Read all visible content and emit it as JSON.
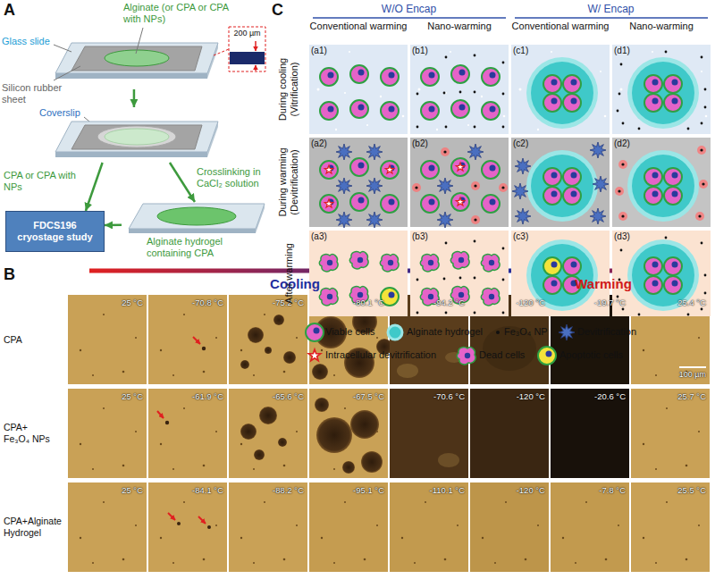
{
  "diagram": {
    "nodes": [
      {
        "text": [
          "Alginate (or CPA or CPA with NPs)"
        ]
      },
      {
        "text": [
          "Coverslip"
        ]
      },
      {
        "text": [
          "FDCS196 cryostage study"
        ]
      },
      {
        "text": [
          "Alginate hydrogel containing CPA"
        ]
      }
    ],
    "edges": [
      {
        "from": 0,
        "to": 1,
        "arrow": "to"
      },
      {
        "from": 1,
        "to": 2,
        "label": "CPA or CPA with NPs",
        "arrow": "to"
      },
      {
        "from": 1,
        "to": 3,
        "label": "Crosslinking in CaCl₂ solution",
        "arrow": "to"
      },
      {
        "from": 3,
        "to": 2,
        "arrow": "to"
      }
    ],
    "labels": [
      "A",
      "Glass slide",
      "Silicon rubber sheet",
      "200 µm",
      "B",
      "Cooling",
      "Warming",
      "CPA",
      "CPA+ Fe₃O₄ NPs",
      "CPA+Alginate Hydrogel",
      "25 °C",
      "-70.8 °C",
      "-75.2 °C",
      "-80.1 °C",
      "-94.2 °C",
      "-120 °C",
      "-19.7 °C",
      "25.4 °C",
      "25 °C",
      "-61.9 °C",
      "-65.6 °C",
      "-67.5 °C",
      "-70.6 °C",
      "-120 °C",
      "-20.6 °C",
      "25.7 °C",
      "25 °C",
      "-84.1 °C",
      "-88.2 °C",
      "-95.1 °C",
      "-110.1 °C",
      "-120 °C",
      "-7.8 °C",
      "25.5 °C",
      "100 µm",
      "C",
      "W/O Encap",
      "W/ Encap",
      "Conventional warming",
      "Nano-warming",
      "Conventional warming",
      "Nano-warming",
      "During cooling (Vitrification)",
      "During warming (Devitrification)",
      "After warming",
      "(a1)",
      "(b1)",
      "(c1)",
      "(d1)",
      "(a2)",
      "(b2)",
      "(c2)",
      "(d2)",
      "(a3)",
      "(b3)",
      "(c3)",
      "(d3)"
    ],
    "legend": [
      {
        "text": "Viable cells"
      },
      {
        "text": "Alginate hydrogel"
      },
      {
        "text": "Fe₃O₄ NP"
      },
      {
        "text": "Devitrification"
      },
      {
        "text": "Intracellular devitrification"
      },
      {
        "text": "Dead cells"
      },
      {
        "text": "Apoptotic cells"
      }
    ]
  }
}
